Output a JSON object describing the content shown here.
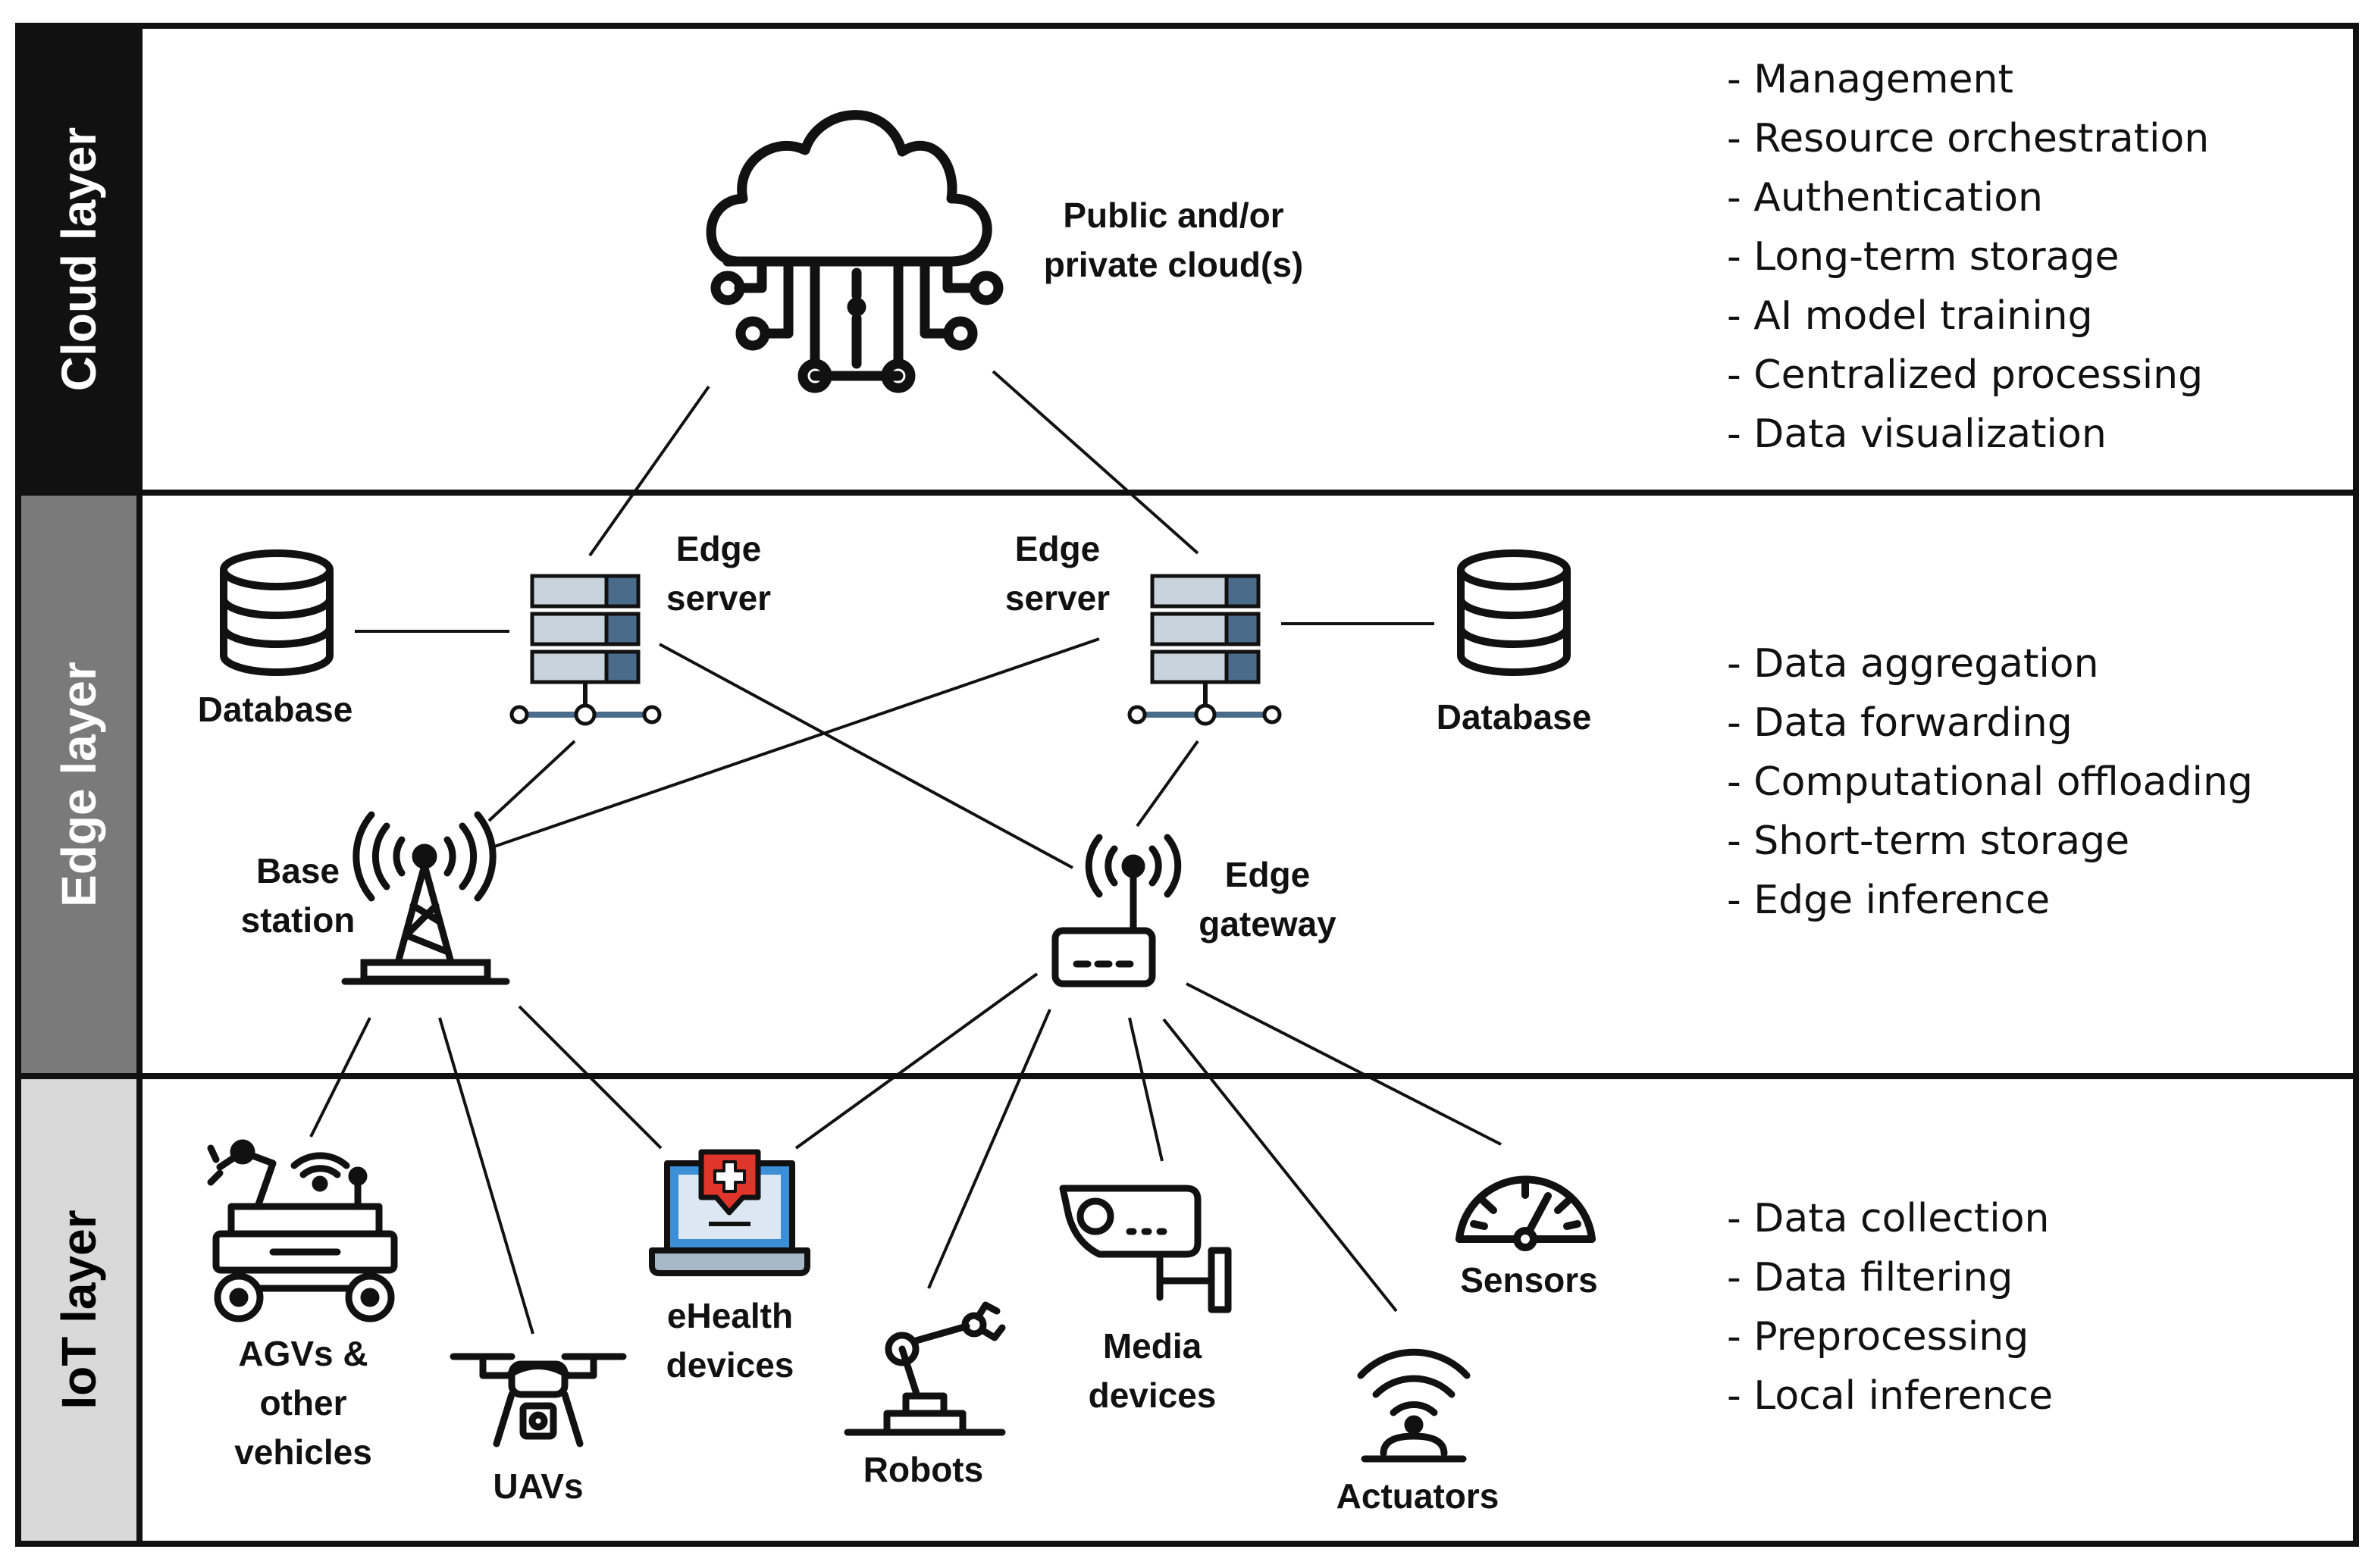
{
  "layers": {
    "cloud": {
      "title": "Cloud layer",
      "band_color": "#111111",
      "title_color": "#ffffff",
      "functions": [
        "- Management",
        "- Resource orchestration",
        "- Authentication",
        "- Long-term storage",
        "- AI model training",
        "- Centralized processing",
        "- Data visualization"
      ]
    },
    "edge": {
      "title": "Edge layer",
      "band_color": "#7a7a7a",
      "title_color": "#ffffff",
      "functions": [
        "- Data aggregation",
        "- Data forwarding",
        "- Computational offloading",
        "- Short-term storage",
        "- Edge inference"
      ]
    },
    "iot": {
      "title": "IoT layer",
      "band_color": "#d9d9d9",
      "title_color": "#000000",
      "functions": [
        "- Data collection",
        "- Data filtering",
        "- Preprocessing",
        "- Local inference"
      ]
    }
  },
  "nodes": {
    "cloud": {
      "label": [
        "Public and/or",
        "private cloud(s)"
      ],
      "icon": "cloud-network-icon"
    },
    "db_left": {
      "label": [
        "Database"
      ],
      "icon": "database-icon"
    },
    "server_left": {
      "label": [
        "Edge",
        "server"
      ],
      "icon": "server-icon"
    },
    "server_right": {
      "label": [
        "Edge",
        "server"
      ],
      "icon": "server-icon"
    },
    "db_right": {
      "label": [
        "Database"
      ],
      "icon": "database-icon"
    },
    "base_station": {
      "label": [
        "Base",
        "station"
      ],
      "icon": "antenna-tower-icon"
    },
    "gateway": {
      "label": [
        "Edge",
        "gateway"
      ],
      "icon": "router-icon"
    },
    "agv": {
      "label": [
        "AGVs &",
        "other",
        "vehicles"
      ],
      "icon": "agv-robot-icon"
    },
    "uav": {
      "label": [
        "UAVs"
      ],
      "icon": "drone-icon"
    },
    "ehealth": {
      "label": [
        "eHealth",
        "devices"
      ],
      "icon": "laptop-medical-icon"
    },
    "robots": {
      "label": [
        "Robots"
      ],
      "icon": "robot-arm-icon"
    },
    "media": {
      "label": [
        "Media",
        "devices"
      ],
      "icon": "security-camera-icon"
    },
    "actuators": {
      "label": [
        "Actuators"
      ],
      "icon": "actuator-icon"
    },
    "sensors": {
      "label": [
        "Sensors"
      ],
      "icon": "gauge-icon"
    }
  },
  "accent": {
    "server_blue": "#4a6b8a",
    "health_red": "#e0352b",
    "health_blue": "#3b8fd6"
  }
}
